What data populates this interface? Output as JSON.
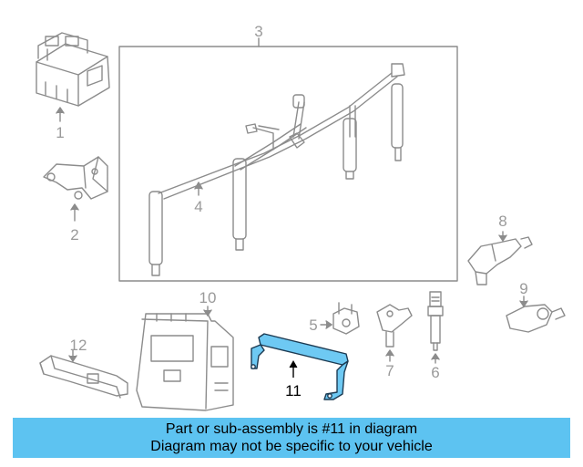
{
  "parts": [
    {
      "number": "1",
      "name": "part-1-ignition-coil"
    },
    {
      "number": "2",
      "name": "part-2-coil-bracket"
    },
    {
      "number": "3",
      "name": "part-3-ignition-wire-set"
    },
    {
      "number": "4",
      "name": "part-4-ignition-wire"
    },
    {
      "number": "5",
      "name": "part-5-sensor"
    },
    {
      "number": "6",
      "name": "part-6-spark-plug"
    },
    {
      "number": "7",
      "name": "part-7-sensor"
    },
    {
      "number": "8",
      "name": "part-8-sensor"
    },
    {
      "number": "9",
      "name": "part-9-knock-sensor"
    },
    {
      "number": "10",
      "name": "part-10-ecm"
    },
    {
      "number": "11",
      "name": "part-11-bracket"
    },
    {
      "number": "12",
      "name": "part-12-bracket"
    }
  ],
  "highlighted_part": "11",
  "colors": {
    "line_art": "#8c8c8c",
    "highlight_fill": "#6ec9f3",
    "highlight_stroke": "#1c3a52",
    "banner_bg": "#5dc3f1"
  },
  "banner": {
    "line1": "Part or sub-assembly is #11 in diagram",
    "line2": "Diagram may not be specific to your vehicle"
  }
}
